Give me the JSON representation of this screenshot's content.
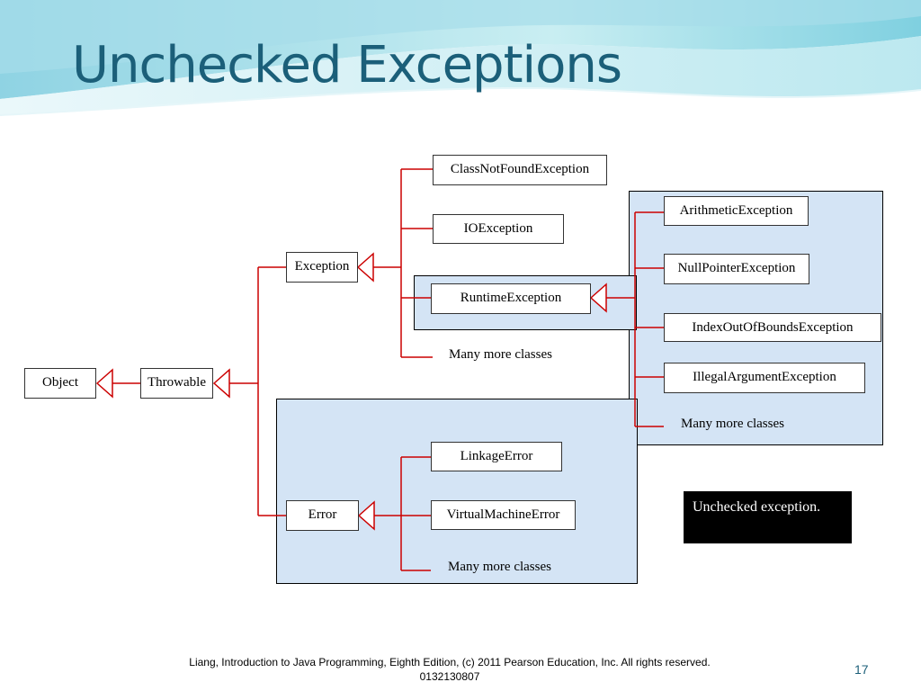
{
  "slide": {
    "title": "Unchecked Exceptions",
    "footer": "Liang, Introduction to Java Programming, Eighth Edition, (c) 2011 Pearson Education, Inc. All rights reserved. 0132130807",
    "page_number": "17"
  },
  "diagram": {
    "nodes": {
      "object": "Object",
      "throwable": "Throwable",
      "exception": "Exception",
      "error": "Error",
      "class_not_found": "ClassNotFoundException",
      "io_exception": "IOException",
      "runtime_exception": "RuntimeException",
      "exception_more": "Many more classes",
      "arithmetic": "ArithmeticException",
      "null_pointer": "NullPointerException",
      "index_out_of_bounds": "IndexOutOfBoundsException",
      "illegal_argument": "IllegalArgumentException",
      "runtime_more": "Many more classes",
      "linkage_error": "LinkageError",
      "virtual_machine_error": "VirtualMachineError",
      "error_more": "Many more classes"
    },
    "legend": "Unchecked exception.",
    "colors": {
      "connector": "#cc0000",
      "region_fill": "#d4e4f5",
      "title": "#1b5f79",
      "legend_bg": "#000000"
    }
  }
}
